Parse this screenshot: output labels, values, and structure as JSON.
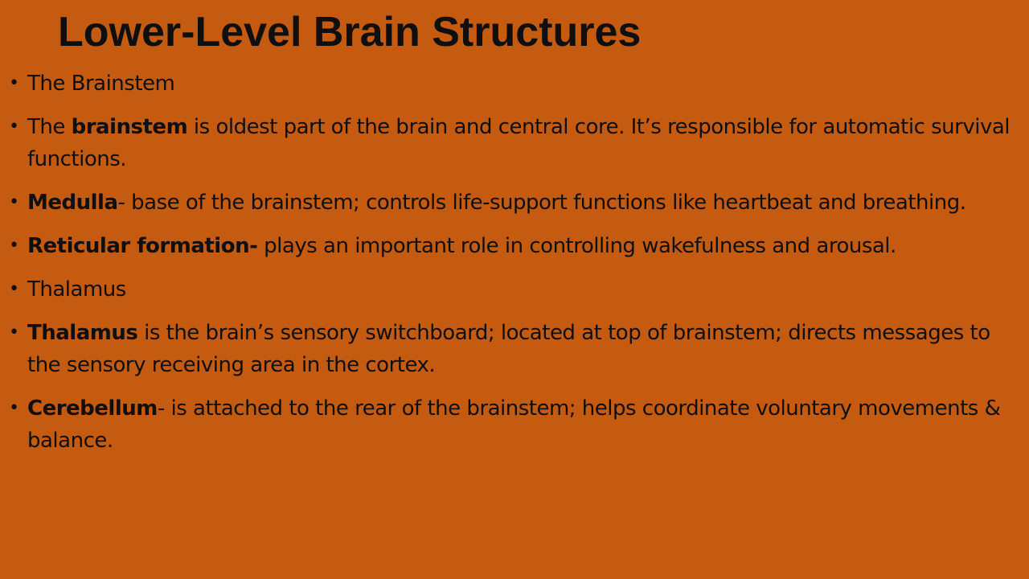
{
  "slide": {
    "title": "Lower-Level Brain Structures",
    "bullet_glyph": "•",
    "bullets": [
      {
        "bold": "",
        "text": "The Brainstem"
      },
      {
        "lead": "The ",
        "bold": "brainstem",
        "text": " is oldest part of the brain and central core. It’s responsible for automatic survival functions."
      },
      {
        "lead": "",
        "bold": "Medulla",
        "text": "- base of the brainstem; controls life-support functions like heartbeat and breathing."
      },
      {
        "lead": "",
        "bold": "Reticular formation-",
        "text": " plays an important role in controlling wakefulness and arousal."
      },
      {
        "lead": "",
        "bold": "",
        "text": "Thalamus"
      },
      {
        "lead": "",
        "bold": "Thalamus",
        "text": " is the brain’s sensory switchboard; located at top of brainstem; directs messages to the sensory receiving area in the cortex."
      },
      {
        "lead": "",
        "bold": "Cerebellum",
        "text": "- is attached to the rear of the brainstem; helps coordinate voluntary movements & balance."
      }
    ]
  },
  "colors": {
    "background": "#c55a11",
    "text": "#0f0f0f"
  }
}
